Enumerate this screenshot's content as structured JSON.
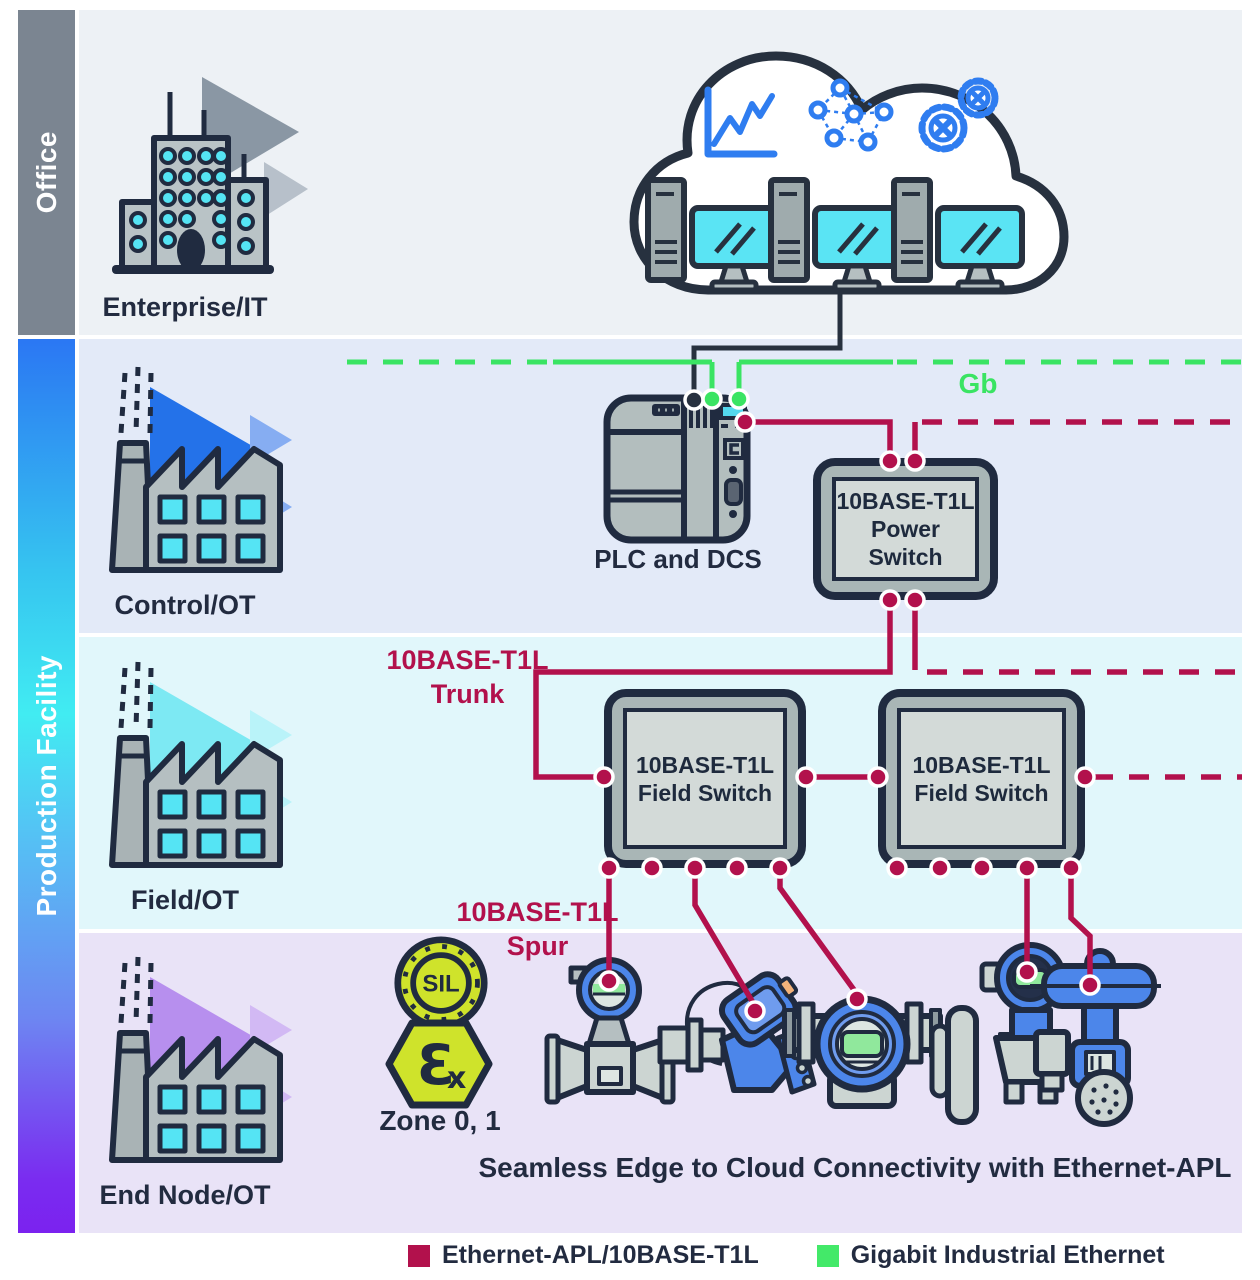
{
  "bands": {
    "office": "Office",
    "production": "Production Facility"
  },
  "rows": [
    {
      "label": "Enterprise/IT",
      "bg": "#edf1f5",
      "accent": "#8a97a4",
      "accent_light": "#b7c0ca"
    },
    {
      "label": "Control/OT",
      "bg": "#e3eaf8",
      "accent": "#2472e9",
      "accent_light": "#86adf2"
    },
    {
      "label": "Field/OT",
      "bg": "#e1f7fb",
      "accent": "#7de9f3",
      "accent_light": "#b9f3f9"
    },
    {
      "label": "End Node/OT",
      "bg": "#e9e3f7",
      "accent": "#b78fee",
      "accent_light": "#d2b9f4"
    }
  ],
  "nodes": {
    "plc": {
      "label": "PLC and DCS"
    },
    "power_switch": {
      "lines": [
        "10BASE-T1L",
        "Power",
        "Switch"
      ]
    },
    "field_switch_left": {
      "lines": [
        "10BASE-T1L",
        "Field Switch"
      ]
    },
    "field_switch_right": {
      "lines": [
        "10BASE-T1L",
        "Field Switch"
      ]
    }
  },
  "annotations": {
    "gb": "Gb",
    "trunk": [
      "10BASE-T1L",
      "Trunk"
    ],
    "spur": [
      "10BASE-T1L",
      "Spur"
    ],
    "zone": "Zone 0, 1",
    "sil": "SIL",
    "ex_main": "Ɛ",
    "ex_sub": "x",
    "tagline": "Seamless Edge to Cloud Connectivity with Ethernet-APL"
  },
  "legend": {
    "items": [
      {
        "label": "Ethernet-APL/10BASE-T1L",
        "color": "#b2114c"
      },
      {
        "label": "Gigabit Industrial Ethernet",
        "color": "#43e969"
      }
    ]
  },
  "colors": {
    "apl": "#b2114c",
    "gigabit": "#3ae463",
    "cloud_link": "#27313f",
    "icon_blue": "#2f7df0",
    "sidebar_office": "#7b8591"
  }
}
